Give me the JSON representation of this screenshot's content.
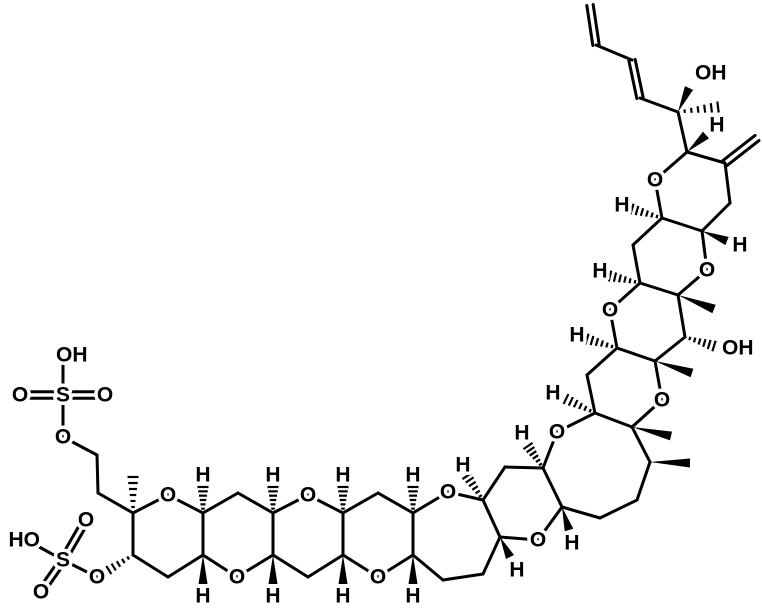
{
  "title": "Polyether ladder structure with two sulfate groups (yessotoxin-type)",
  "labels": {
    "O": "O",
    "H": "H",
    "S": "S",
    "OH": "OH",
    "HO": "HO"
  },
  "colors": {
    "ink": "#000000",
    "background": "#ffffff"
  }
}
